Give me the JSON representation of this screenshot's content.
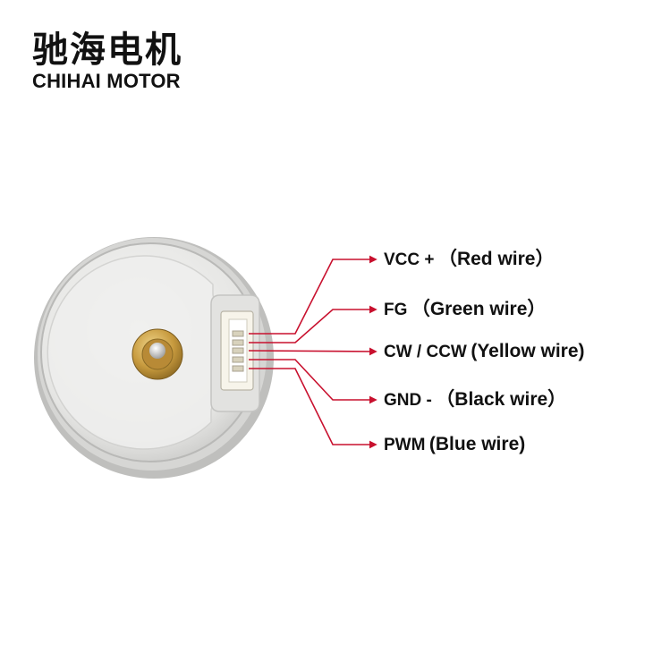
{
  "brand": {
    "cn": "驰海电机",
    "en": "CHIHAI MOTOR"
  },
  "colors": {
    "accent": "#c8102e",
    "text": "#111111"
  },
  "wires": [
    {
      "code": "VCC  +",
      "desc": "（Red wire）",
      "color": "#e0262d"
    },
    {
      "code": "FG",
      "desc": "（Green wire）",
      "color": "#2e9e3e"
    },
    {
      "code": "CW / CCW",
      "desc": "(Yellow wire)",
      "color": "#e8c323"
    },
    {
      "code": "GND -",
      "desc": "（Black wire）",
      "color": "#222222"
    },
    {
      "code": "PWM",
      "desc": "(Blue wire)",
      "color": "#2b5cc7"
    }
  ]
}
